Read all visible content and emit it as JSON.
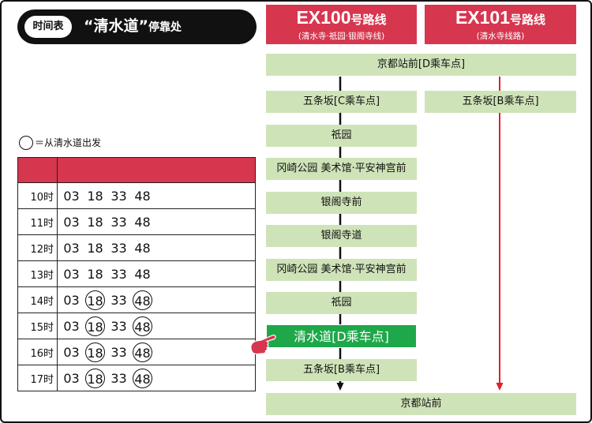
{
  "header": {
    "badge": "时间表",
    "title": "“清水道”",
    "suffix": "停靠处"
  },
  "routes": [
    {
      "code": "EX100",
      "suffix": "号路线",
      "sub": "(清水寺·祇园·银阁寺线)",
      "line_color": "#111111"
    },
    {
      "code": "EX101",
      "suffix": "号路线",
      "sub": "(清水寺线路)",
      "line_color": "#e0202d"
    }
  ],
  "stops": {
    "kyoto_d": "京都站前[D乘车点]",
    "gojo_c": "五条坂[C乘车点]",
    "gojo_b_right": "五条坂[B乘车点]",
    "gion_1": "祇园",
    "okazaki_1": "冈崎公园 美术馆·平安神宫前",
    "ginkakuji_mae": "银阁寺前",
    "ginkakuji_michi": "银阁寺道",
    "okazaki_2": "冈崎公园 美术馆·平安神宫前",
    "gion_2": "祇园",
    "current": "清水道[D乘车点]",
    "gojo_b_left": "五条坂[B乘车点]",
    "kyoto_end": "京都站前"
  },
  "legend": {
    "text": "＝从清水道出发"
  },
  "colors": {
    "accent_red": "#d7364f",
    "stop_green": "#cfe3b8",
    "current_green": "#1ea84a",
    "line_red": "#e0202d"
  },
  "timetable": {
    "rows": [
      {
        "hour": "10时",
        "minutes": [
          {
            "m": "03",
            "c": false
          },
          {
            "m": "18",
            "c": false
          },
          {
            "m": "33",
            "c": false
          },
          {
            "m": "48",
            "c": false
          }
        ]
      },
      {
        "hour": "11时",
        "minutes": [
          {
            "m": "03",
            "c": false
          },
          {
            "m": "18",
            "c": false
          },
          {
            "m": "33",
            "c": false
          },
          {
            "m": "48",
            "c": false
          }
        ]
      },
      {
        "hour": "12时",
        "minutes": [
          {
            "m": "03",
            "c": false
          },
          {
            "m": "18",
            "c": false
          },
          {
            "m": "33",
            "c": false
          },
          {
            "m": "48",
            "c": false
          }
        ]
      },
      {
        "hour": "13时",
        "minutes": [
          {
            "m": "03",
            "c": false
          },
          {
            "m": "18",
            "c": false
          },
          {
            "m": "33",
            "c": false
          },
          {
            "m": "48",
            "c": false
          }
        ]
      },
      {
        "hour": "14时",
        "minutes": [
          {
            "m": "03",
            "c": false
          },
          {
            "m": "18",
            "c": true
          },
          {
            "m": "33",
            "c": false
          },
          {
            "m": "48",
            "c": true
          }
        ]
      },
      {
        "hour": "15时",
        "minutes": [
          {
            "m": "03",
            "c": false
          },
          {
            "m": "18",
            "c": true
          },
          {
            "m": "33",
            "c": false
          },
          {
            "m": "48",
            "c": true
          }
        ]
      },
      {
        "hour": "16时",
        "minutes": [
          {
            "m": "03",
            "c": false
          },
          {
            "m": "18",
            "c": true
          },
          {
            "m": "33",
            "c": false
          },
          {
            "m": "48",
            "c": true
          }
        ]
      },
      {
        "hour": "17时",
        "minutes": [
          {
            "m": "03",
            "c": false
          },
          {
            "m": "18",
            "c": true
          },
          {
            "m": "33",
            "c": false
          },
          {
            "m": "48",
            "c": true
          }
        ]
      }
    ]
  },
  "icons": {
    "hand": "pointing-hand-icon",
    "arrow": "arrow-down-icon"
  }
}
